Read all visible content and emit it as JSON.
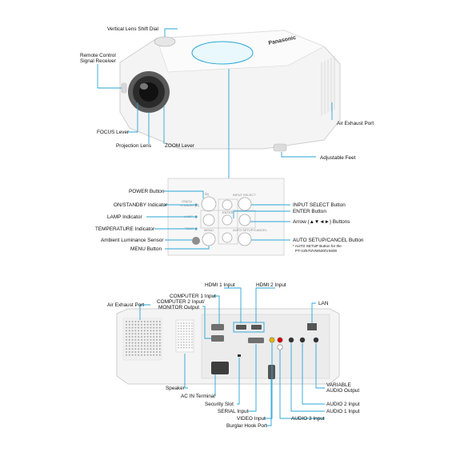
{
  "top_labels": {
    "vertical_lens_shift_dial": "Vertical Lens Shift Dial",
    "remote_control_line1": "Remote Control",
    "remote_control_line2": "Signal Receiver",
    "focus_lever": "FOCUS Lever",
    "projection_lens": "Projection Lens",
    "zoom_lever": "ZOOM Lever",
    "air_exhaust_port": "Air Exhaust Port",
    "adjustable_feet": "Adjustable Feet"
  },
  "panel_labels": {
    "power_button": "POWER Button",
    "on_standby_indicator": "ON/STANDBY Indicator",
    "lamp_indicator": "LAMP Indicator",
    "temperature_indicator": "TEMPERATURE Indicator",
    "ambient_luminance_sensor": "Ambient Luminance Sensor",
    "menu_button": "MENU Button",
    "input_select_button": "INPUT SELECT Button",
    "enter_button": "ENTER Button",
    "arrow_buttons": "Arrow (▲▼◄►) Buttons",
    "auto_setup_cancel_button": "AUTO SETUP/CANCEL Button",
    "auto_setup_note_line1": "* AUTO SETUP Button for the",
    "auto_setup_note_line2": "PT-VZ570/VW530/VX600"
  },
  "panel_printed": {
    "power_symbol": "⏻/|",
    "on_standby": "ON(G)/",
    "standby_r": "STANDBY(R)",
    "lamp": "LAMP",
    "temp": "TEMP",
    "menu": "MENU",
    "enter": "ENTER",
    "input_select": "INPUT SELECT",
    "auto_setup_cancel": "AUTO SETUP/CANCEL"
  },
  "rear_labels": {
    "hdmi1_input": "HDMI 1 Input",
    "hdmi2_input": "HDMI 2 Input",
    "computer1_input": "COMPUTER 1 Input",
    "computer2_line1": "COMPUTER 2 Input/",
    "computer2_line2": "MONITOR Output",
    "air_exhaust_port": "Air Exhaust Port",
    "lan": "LAN",
    "speaker": "Speaker",
    "ac_in_terminal": "AC IN Terminal",
    "security_slot": "Security Slot",
    "serial_input": "SERIAL Input",
    "video_input": "VIDEO Input",
    "burglar_hook_port": "Burglar Hook Port",
    "variable_audio_line1": "VARIABLE",
    "variable_audio_line2": "AUDIO Output",
    "audio2_input": "AUDIO 2 Input",
    "audio1_input": "AUDIO 1 Input",
    "audio3_input": "AUDIO 3 Input"
  },
  "brand": "Panasonic",
  "colors": {
    "leader": "#2aa6d6",
    "body": "#f4f4f4",
    "panel": "#f7f7f7"
  }
}
